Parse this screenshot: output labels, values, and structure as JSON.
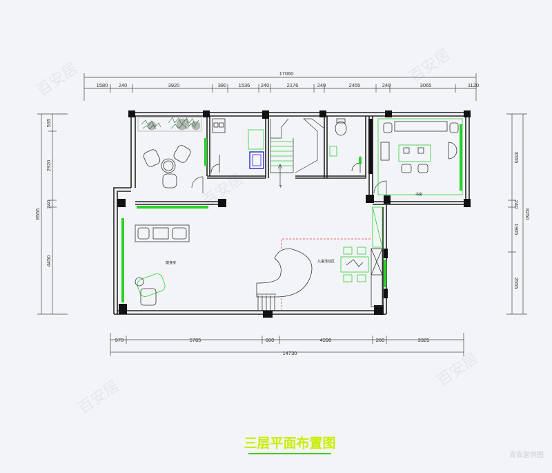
{
  "title": "三层平面布置图",
  "watermark": "百安居供图",
  "top_dims": {
    "overall": "17060",
    "segments": [
      "1580",
      "240",
      "3920",
      "380",
      "1536",
      "240",
      "2176",
      "240",
      "2455",
      "240",
      "3065",
      "1120"
    ]
  },
  "bottom_dims": {
    "overall": "14730",
    "segments": [
      "570",
      "5785",
      "660",
      "4290",
      "260",
      "3325"
    ]
  },
  "left_dims": {
    "overall": "8555",
    "segments": [
      "535",
      "2920",
      "240",
      "4450"
    ]
  },
  "right_dims": {
    "overall": "8250",
    "segments": [
      "3555",
      "240",
      "1905",
      "2555"
    ]
  },
  "rooms": {
    "gym": "健身房",
    "children": "儿童活动区",
    "study": "书房"
  },
  "stair_label": "下"
}
